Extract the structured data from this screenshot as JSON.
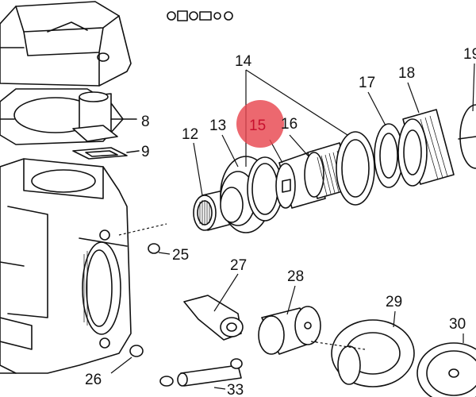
{
  "colors": {
    "highlight": "#e8474f",
    "label_highlight": "#c8102e",
    "ink": "#111111"
  },
  "callouts": [
    {
      "id": "8",
      "text": "8"
    },
    {
      "id": "9",
      "text": "9"
    },
    {
      "id": "12",
      "text": "12"
    },
    {
      "id": "13",
      "text": "13"
    },
    {
      "id": "14",
      "text": "14"
    },
    {
      "id": "15",
      "text": "15",
      "highlighted": true
    },
    {
      "id": "16",
      "text": "16"
    },
    {
      "id": "17",
      "text": "17"
    },
    {
      "id": "18",
      "text": "18"
    },
    {
      "id": "19",
      "text": "19"
    },
    {
      "id": "25",
      "text": "25"
    },
    {
      "id": "26",
      "text": "26"
    },
    {
      "id": "27",
      "text": "27"
    },
    {
      "id": "28",
      "text": "28"
    },
    {
      "id": "29",
      "text": "29"
    },
    {
      "id": "30",
      "text": "30"
    },
    {
      "id": "33",
      "text": "33"
    }
  ]
}
